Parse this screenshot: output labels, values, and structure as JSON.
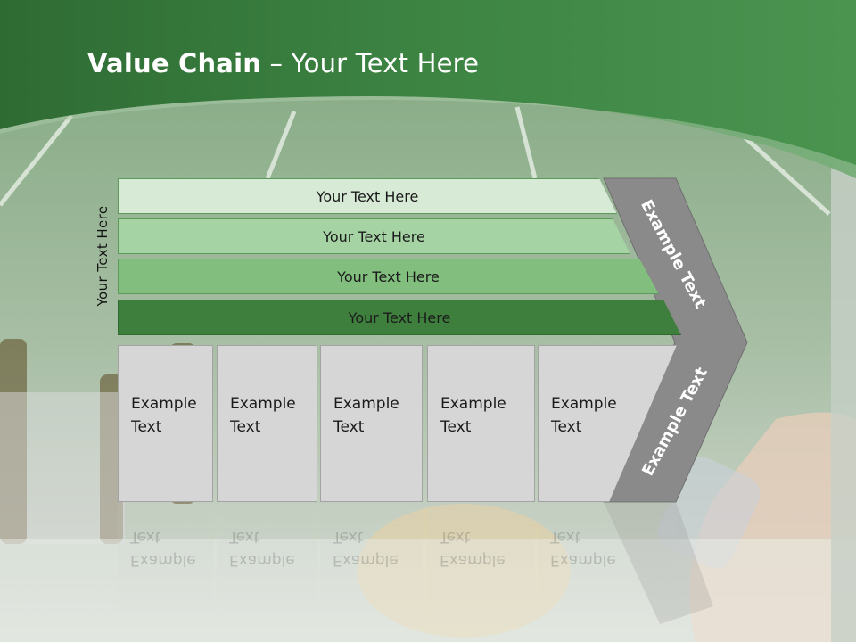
{
  "slide": {
    "title_bold": "Value Chain",
    "title_rest": " – Your Text Here",
    "side_label": "Your Text Here"
  },
  "bars": [
    {
      "label": "Your Text Here",
      "color": "#d7ead6"
    },
    {
      "label": "Your Text Here",
      "color": "#a6d3a3"
    },
    {
      "label": "Your Text Here",
      "color": "#82bf7e"
    },
    {
      "label": "Your Text Here",
      "color": "#3f7f3d"
    }
  ],
  "cells": [
    {
      "line1": "Example",
      "line2": "Text"
    },
    {
      "line1": "Example",
      "line2": "Text"
    },
    {
      "line1": "Example",
      "line2": "Text"
    },
    {
      "line1": "Example",
      "line2": "Text"
    },
    {
      "line1": "Example",
      "line2": "Text"
    }
  ],
  "chevron": {
    "upper_label": "Example Text",
    "lower_label": "Example Text",
    "color": "#8a8a8a"
  },
  "theme": {
    "header_green": "#3f8a45",
    "field_green": "#8fb48f"
  }
}
